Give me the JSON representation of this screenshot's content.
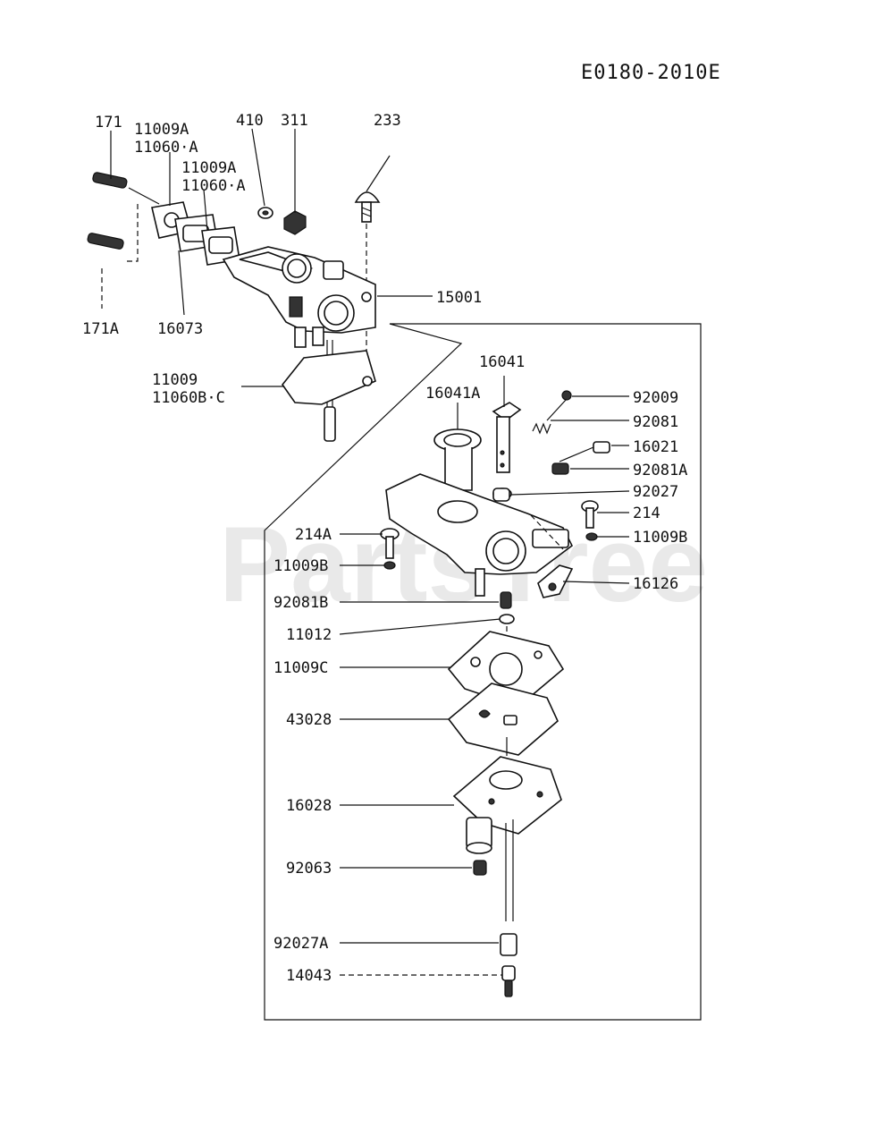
{
  "diagram_code": "E0180-2010E",
  "watermark": "PartsTree",
  "callouts": [
    {
      "id": "171",
      "text": "171"
    },
    {
      "id": "11009A_1",
      "text": "11009A"
    },
    {
      "id": "11060A_1",
      "text": "11060·A"
    },
    {
      "id": "11009A_2",
      "text": "11009A"
    },
    {
      "id": "11060A_2",
      "text": "11060·A"
    },
    {
      "id": "410",
      "text": "410"
    },
    {
      "id": "311",
      "text": "311"
    },
    {
      "id": "233",
      "text": "233"
    },
    {
      "id": "15001",
      "text": "15001"
    },
    {
      "id": "171A",
      "text": "171A"
    },
    {
      "id": "16073",
      "text": "16073"
    },
    {
      "id": "11009",
      "text": "11009"
    },
    {
      "id": "11060BC",
      "text": "11060B·C"
    },
    {
      "id": "16041",
      "text": "16041"
    },
    {
      "id": "16041A",
      "text": "16041A"
    },
    {
      "id": "92009",
      "text": "92009"
    },
    {
      "id": "92081",
      "text": "92081"
    },
    {
      "id": "16021",
      "text": "16021"
    },
    {
      "id": "92081A",
      "text": "92081A"
    },
    {
      "id": "92027",
      "text": "92027"
    },
    {
      "id": "214",
      "text": "214"
    },
    {
      "id": "11009B_r",
      "text": "11009B"
    },
    {
      "id": "214A",
      "text": "214A"
    },
    {
      "id": "11009B_l",
      "text": "11009B"
    },
    {
      "id": "16126",
      "text": "16126"
    },
    {
      "id": "92081B",
      "text": "92081B"
    },
    {
      "id": "11012",
      "text": "11012"
    },
    {
      "id": "11009C",
      "text": "11009C"
    },
    {
      "id": "43028",
      "text": "43028"
    },
    {
      "id": "16028",
      "text": "16028"
    },
    {
      "id": "92063",
      "text": "92063"
    },
    {
      "id": "92027A",
      "text": "92027A"
    },
    {
      "id": "14043",
      "text": "14043"
    }
  ]
}
